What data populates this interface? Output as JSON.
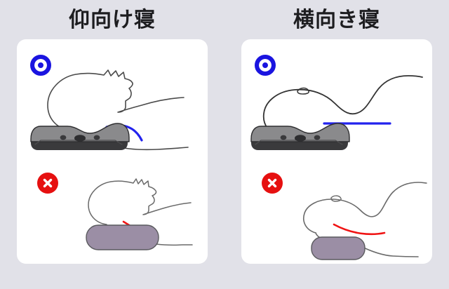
{
  "background_color": "#e1e1e8",
  "card_color": "#ffffff",
  "columns": [
    {
      "id": "supine",
      "title": "仰向け寝",
      "panels": [
        {
          "id": "supine-good",
          "badge": "circle-ok-icon",
          "badge_color": "#1a14e0",
          "verdict": "good",
          "pillow": {
            "type": "contoured-support-pillow",
            "body_color": "#3a3a3c",
            "top_color": "#8a8a8c",
            "dimple_color": "#3a3a3c",
            "dimple_count": 3
          },
          "posture_line": {
            "shape": "curve",
            "color": "#2222ee",
            "meaning": "natural-cervical-curve"
          },
          "figure": "head-and-neck-profile-face-up"
        },
        {
          "id": "supine-bad",
          "badge": "circle-x-icon",
          "badge_color": "#e61010",
          "verdict": "bad",
          "pillow": {
            "type": "flat-thick-pillow",
            "body_color": "#9b8ea5",
            "top_color": "#9b8ea5",
            "dimple_count": 0
          },
          "posture_line": {
            "shape": "straight-angled",
            "color": "#f01414",
            "meaning": "strained-neck-angle"
          },
          "figure": "head-and-neck-profile-face-up-chin-raised"
        }
      ]
    },
    {
      "id": "side",
      "title": "横向き寝",
      "panels": [
        {
          "id": "side-good",
          "badge": "circle-ok-icon",
          "badge_color": "#1a14e0",
          "verdict": "good",
          "pillow": {
            "type": "contoured-support-pillow",
            "body_color": "#3a3a3c",
            "top_color": "#8a8a8c",
            "dimple_color": "#3a3a3c",
            "dimple_count": 3
          },
          "posture_line": {
            "shape": "straight",
            "color": "#2222ee",
            "meaning": "level-spinal-alignment"
          },
          "figure": "head-and-shoulder-profile-side-lying"
        },
        {
          "id": "side-bad",
          "badge": "circle-x-icon",
          "badge_color": "#e61010",
          "verdict": "bad",
          "pillow": {
            "type": "flat-thick-pillow",
            "body_color": "#9b8ea5",
            "top_color": "#9b8ea5",
            "dimple_count": 0
          },
          "posture_line": {
            "shape": "curve-down",
            "color": "#f01414",
            "meaning": "bent-spinal-alignment"
          },
          "figure": "head-and-shoulder-profile-side-lying-tilted"
        }
      ]
    }
  ],
  "icons": {
    "circle-ok": "◎",
    "circle-x": "✕"
  }
}
